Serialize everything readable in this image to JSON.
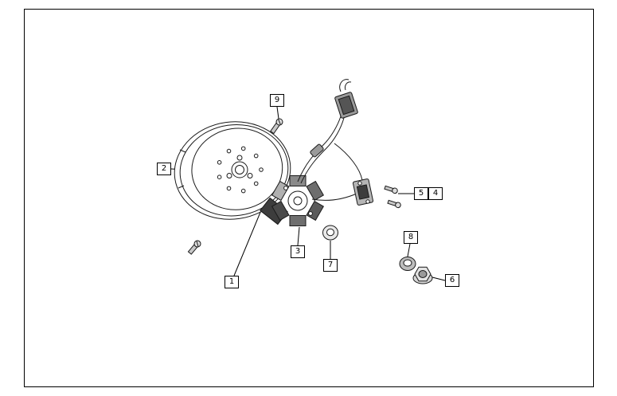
{
  "diagram": {
    "type": "exploded-parts-diagram",
    "colors": {
      "background": "#ffffff",
      "outline": "#1a1a1a",
      "callout_border": "#000000",
      "part_dark": "#3d3d3d",
      "part_mid": "#8a8a8a",
      "part_light": "#dcdcdc"
    }
  },
  "callouts": [
    {
      "label": "1"
    },
    {
      "label": "2"
    },
    {
      "label": "3"
    },
    {
      "label": "4"
    },
    {
      "label": "5"
    },
    {
      "label": "6"
    },
    {
      "label": "7"
    },
    {
      "label": "8"
    },
    {
      "label": "9"
    }
  ]
}
